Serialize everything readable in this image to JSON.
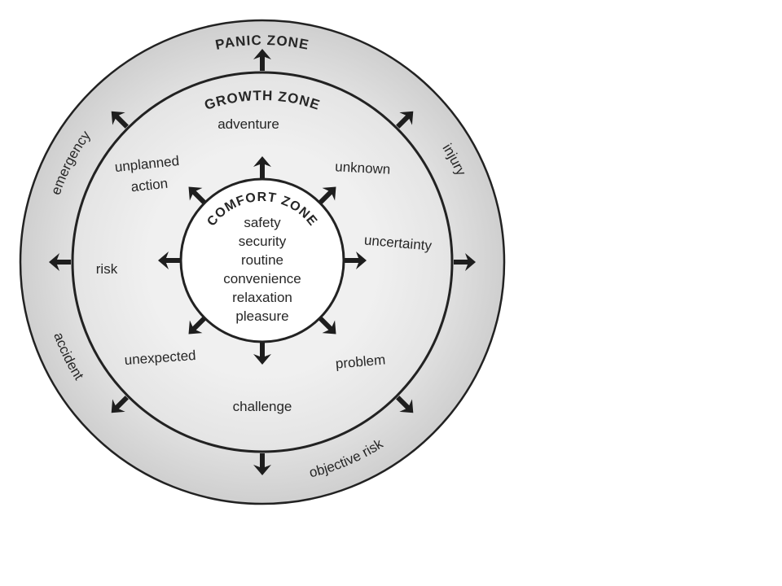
{
  "zones": {
    "panic": {
      "title": "PANIC ZONE",
      "labels": {
        "emergency": "emergency",
        "injury": "injury",
        "accident": "accident",
        "objective_risk": "objective risk"
      },
      "color": "#d6d6d6"
    },
    "growth": {
      "title": "GROWTH ZONE",
      "labels": {
        "adventure": "adventure",
        "unplanned_1": "unplanned",
        "unplanned_2": "action",
        "unknown": "unknown",
        "uncertainty": "uncertainty",
        "risk": "risk",
        "unexpected": "unexpected",
        "problem": "problem",
        "challenge": "challenge"
      },
      "color": "#ececec"
    },
    "comfort": {
      "title": "COMFORT ZONE",
      "items": [
        "safety",
        "security",
        "routine",
        "convenience",
        "relaxation",
        "pleasure"
      ],
      "color": "#ffffff"
    }
  },
  "outline_color": "#222222"
}
